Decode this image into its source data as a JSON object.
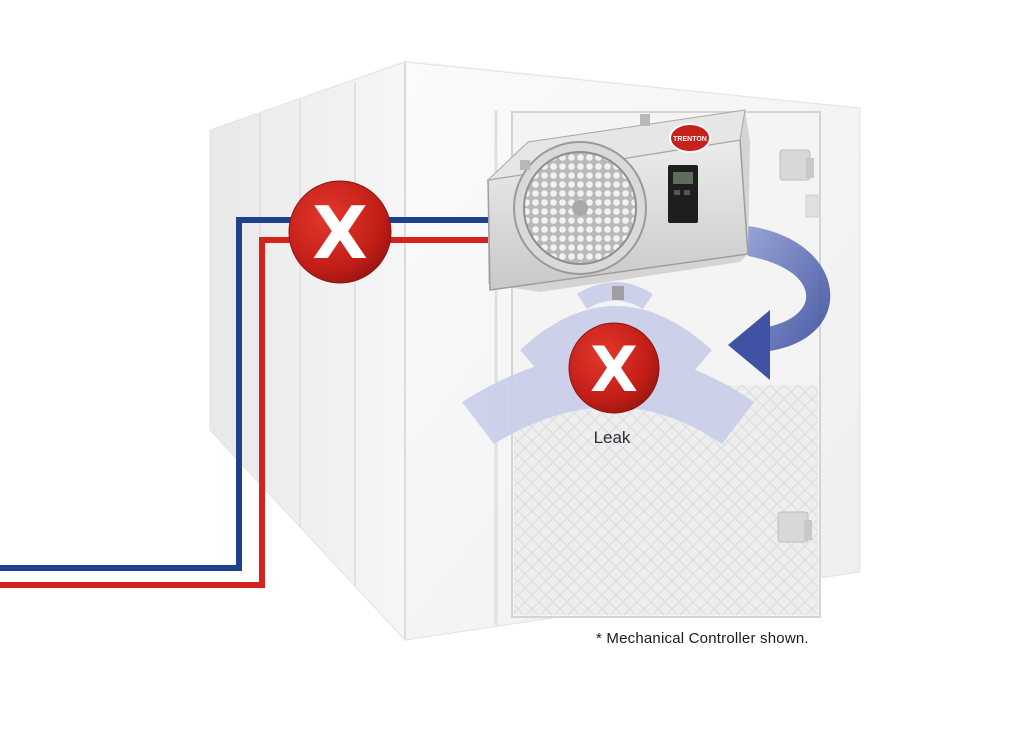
{
  "diagram": {
    "leak_label": "Leak",
    "footnote": "*  Mechanical Controller shown.",
    "brand_badge_text": "TRENTON",
    "markers": [
      {
        "name": "line-blocked-marker",
        "symbol": "X"
      },
      {
        "name": "leak-marker",
        "symbol": "X"
      }
    ],
    "colors": {
      "suction_line": "#1f3f8f",
      "liquid_line": "#d2231d",
      "x_marker": "#c8201a",
      "leak_waves": "#c7cde8",
      "airflow_arrow": "#5467b0",
      "enclosure": "#f3f3f3"
    }
  }
}
